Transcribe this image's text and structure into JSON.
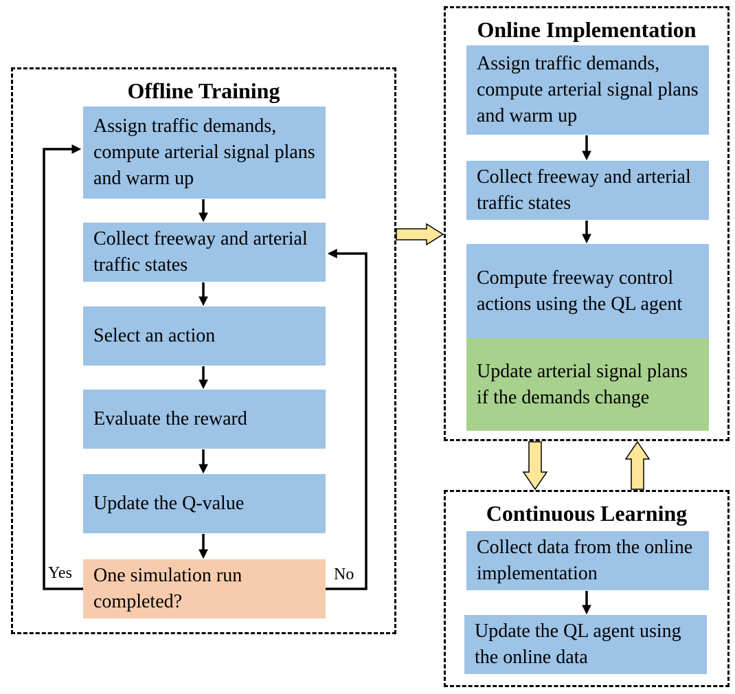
{
  "offline": {
    "title": "Offline Training",
    "steps": [
      "Assign traffic demands, compute arterial signal plans and warm up",
      "Collect freeway and arterial traffic states",
      "Select an action",
      "Evaluate the reward",
      "Update the Q-value",
      "One simulation run completed?"
    ],
    "yes_label": "Yes",
    "no_label": "No"
  },
  "online": {
    "title": "Online Implementation",
    "steps": [
      "Assign traffic demands, compute arterial signal plans and warm up",
      "Collect freeway and arterial traffic states",
      "Compute freeway control actions using the QL agent",
      "Update arterial signal plans if the demands change"
    ]
  },
  "continuous": {
    "title": "Continuous Learning",
    "steps": [
      "Collect data from the online implementation",
      "Update the QL agent using the online data"
    ]
  },
  "colors": {
    "process": "#9dc3e6",
    "update": "#a9d18e",
    "decision": "#f8cbad",
    "transfer_arrow": "#ffe699"
  }
}
